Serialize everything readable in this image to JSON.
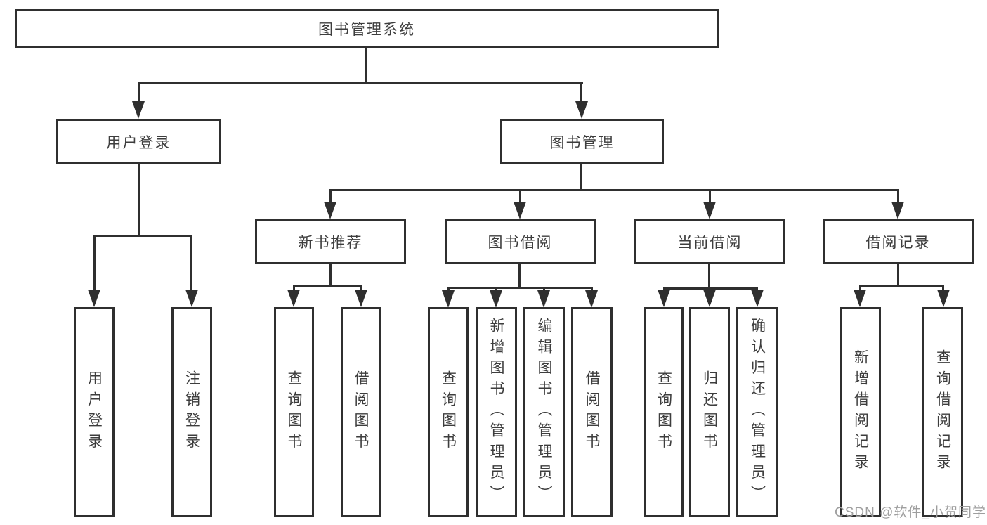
{
  "diagram": {
    "root": "图书管理系统",
    "level2": {
      "user_login": "用户登录",
      "book_mgmt": "图书管理"
    },
    "level3": {
      "new_book_rec": "新书推荐",
      "book_borrow": "图书借阅",
      "current_borrow": "当前借阅",
      "borrow_history": "借阅记录"
    },
    "leaves": {
      "user_login": [
        "用户登录",
        "注销登录"
      ],
      "new_book_rec": [
        "查询图书",
        "借阅图书"
      ],
      "book_borrow": [
        "查询图书",
        "新增图书（管理员）",
        "编辑图书（管理员）",
        "借阅图书"
      ],
      "current_borrow": [
        "查询图书",
        "归还图书",
        "确认归还（管理员）"
      ],
      "borrow_history": [
        "新增借阅记录",
        "查询借阅记录"
      ]
    }
  },
  "watermark": "CSDN @软件_小贺同学",
  "colors": {
    "line": "#2f2f2f",
    "text": "#3d3d3d",
    "watermark": "#9e9e9e",
    "background": "#ffffff"
  }
}
